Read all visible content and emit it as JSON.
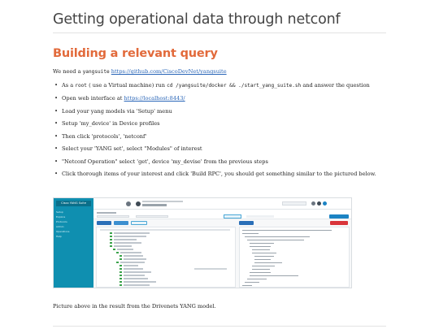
{
  "title": "Getting operational data through netconf",
  "section_title": "Building a relevant query",
  "intro": {
    "prefix": "We need a ",
    "code": "yangsuite",
    "link": "https://github.com/CiscoDevNet/yangsuite"
  },
  "steps": [
    {
      "pre": "As a ",
      "code1": "root",
      "mid": " ( use a Virtual machine) run ",
      "code2": "cd /yangsuite/docker && ./start_yang_suite.sh",
      "post": " and answer the question"
    },
    {
      "text": "Open web interface at ",
      "link": "https://localhost:8443/"
    },
    {
      "text": "Load your yang models via 'Setup' menu"
    },
    {
      "text": "Setup 'my_device' in Device profiles"
    },
    {
      "text": "Then click 'protocols', 'netconf'"
    },
    {
      "text": "Select your 'YANG set', select \"Modules\" of interest"
    },
    {
      "text": "\"Netconf Operation\" select 'get', device 'my_devise' from the previous steps"
    },
    {
      "text": "Click thorough items of your interest and click 'Build RPC', you should get something similar to the pictured below."
    }
  ],
  "screenshot": {
    "app_title": "Cisco YANG Suite",
    "sidebar_items": [
      "Setup",
      "Explore",
      "Protocols",
      "Admin",
      "Operations",
      "Help"
    ]
  },
  "caption": "Picture above in the result from the Drivenets YANG model.",
  "colors": {
    "heading": "#444444",
    "section_heading": "#e26a3b",
    "link": "#2a66b8",
    "sidebar": "#0f8fb0"
  }
}
